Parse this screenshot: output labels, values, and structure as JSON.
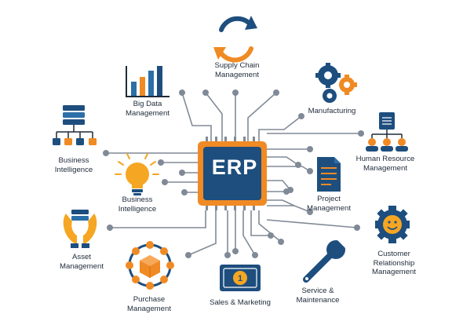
{
  "center": {
    "label": "ERP"
  },
  "colors": {
    "navy": "#1d4e7e",
    "orange": "#f08a24",
    "wire": "#808a96",
    "dark": "#1f2b3a"
  },
  "modules": [
    {
      "id": "supply-chain",
      "label": "Supply Chain\nManagement",
      "icon": "sync-arrows-icon"
    },
    {
      "id": "manufacturing",
      "label": "Manufacturing",
      "icon": "gears-icon"
    },
    {
      "id": "human-resource",
      "label": "Human Resource\nManagement",
      "icon": "org-chart-icon"
    },
    {
      "id": "project",
      "label": "Project\nManagement",
      "icon": "document-icon"
    },
    {
      "id": "crm",
      "label": "Customer\nRelationship\nManagement",
      "icon": "smiley-gear-icon"
    },
    {
      "id": "service",
      "label": "Service &\nMaintenance",
      "icon": "wrench-icon"
    },
    {
      "id": "sales",
      "label": "Sales & Marketing",
      "icon": "banknote-icon"
    },
    {
      "id": "purchase",
      "label": "Purchase\nManagement",
      "icon": "cube-network-icon"
    },
    {
      "id": "asset",
      "label": "Asset\nManagement",
      "icon": "hands-server-icon"
    },
    {
      "id": "bi-bulb",
      "label": "Business\nIntelligence",
      "icon": "lightbulb-icon"
    },
    {
      "id": "bi-net",
      "label": "Business\nIntelligence",
      "icon": "server-network-icon"
    },
    {
      "id": "big-data",
      "label": "Big Data\nManagement",
      "icon": "bar-chart-icon"
    }
  ]
}
